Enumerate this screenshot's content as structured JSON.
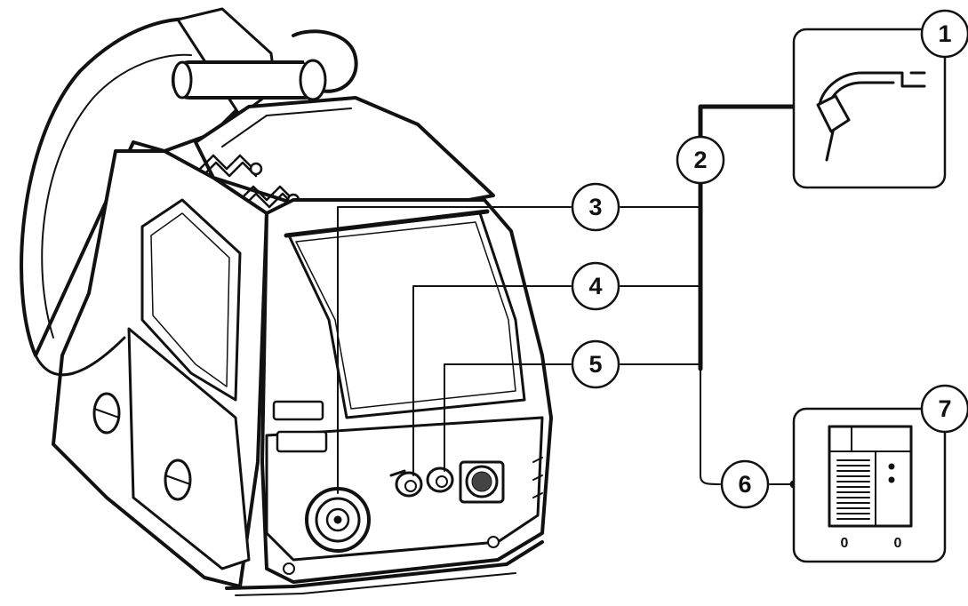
{
  "callouts": [
    {
      "id": "1",
      "label": "1"
    },
    {
      "id": "2",
      "label": "2"
    },
    {
      "id": "3",
      "label": "3"
    },
    {
      "id": "4",
      "label": "4"
    },
    {
      "id": "5",
      "label": "5"
    },
    {
      "id": "6",
      "label": "6"
    },
    {
      "id": "7",
      "label": "7"
    }
  ],
  "power_source": {
    "wheel_left": "0",
    "wheel_right": "0"
  },
  "colors": {
    "stroke": "#111111",
    "fill": "#ffffff",
    "background": "#ffffff"
  },
  "icons": [
    "wire-feeder-unit-icon",
    "welding-torch-icon",
    "power-source-icon"
  ]
}
